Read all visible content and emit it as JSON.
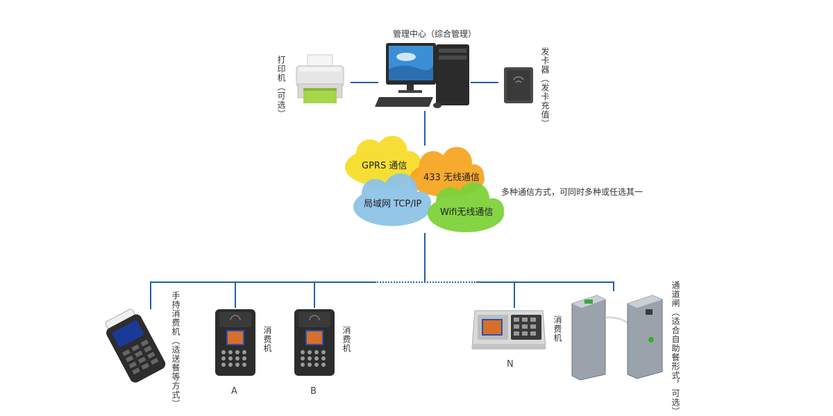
{
  "center": {
    "label": "管理中心（综合管理）"
  },
  "printer": {
    "label": "打印机（可选）"
  },
  "card_issuer": {
    "label": "发卡器（发卡充值）"
  },
  "clouds": [
    {
      "label": "GPRS 通信",
      "color": "#f6dd2a"
    },
    {
      "label": "433 无线通信",
      "color": "#f6a623"
    },
    {
      "label": "局域网 TCP/IP",
      "color": "#8ec3e6"
    },
    {
      "label": "Wifi无线通信",
      "color": "#7ed23a"
    }
  ],
  "comm_note": "多种通信方式，可同时多种或任选其一",
  "terminals": {
    "handheld": {
      "label": "手持消费机（适送餐等方式）"
    },
    "pos_a": {
      "label": "消费机",
      "letter": "A"
    },
    "pos_b": {
      "label": "消费机",
      "letter": "B"
    },
    "pos_n": {
      "label": "消费机",
      "letter": "N"
    },
    "gate": {
      "label": "通道闸（适合自助餐形式，可选）"
    }
  },
  "colors": {
    "line": "#1f5fa8"
  }
}
